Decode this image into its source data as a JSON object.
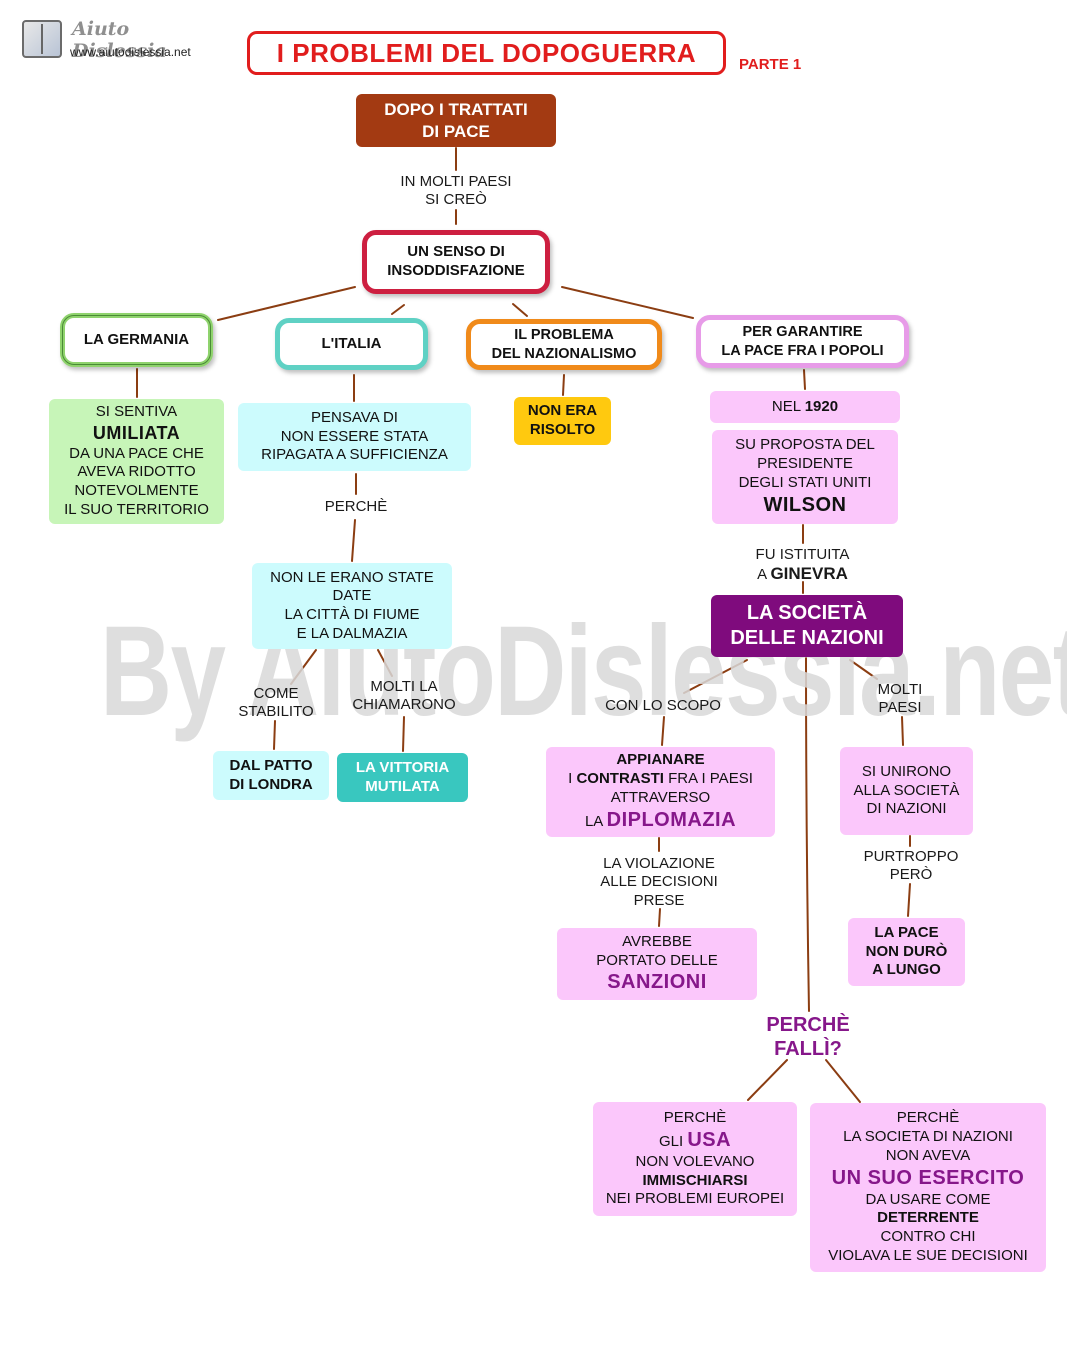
{
  "header": {
    "logo_title": "Aiuto Dislessia",
    "logo_url": "www.aiutodislessia.net",
    "title": "I PROBLEMI DEL DOPOGUERRA",
    "part": "PARTE 1"
  },
  "watermark": "By AiutoDislessia.net",
  "nodes": {
    "root": [
      "DOPO I  TRATTATI",
      "DI PACE"
    ],
    "link_root": [
      "IN MOLTI PAESI",
      "SI CREÒ"
    ],
    "senso": [
      "UN SENSO DI",
      "INSODDISFAZIONE"
    ],
    "germania": "LA GERMANIA",
    "italia": "L'ITALIA",
    "nazionalismo": [
      "IL PROBLEMA",
      "DEL NAZIONALISMO"
    ],
    "pace": [
      "PER GARANTIRE",
      "LA PACE FRA I POPOLI"
    ],
    "umiliata": {
      "l1": "SI SENTIVA",
      "l2": "UMILIATA",
      "l3": "DA UNA PACE CHE",
      "l4": "AVEVA RIDOTTO",
      "l5": "NOTEVOLMENTE",
      "l6": "IL SUO TERRITORIO"
    },
    "pensava": [
      "PENSAVA DI",
      "NON ESSERE STATA",
      "RIPAGATA A SUFFICIENZA"
    ],
    "link_perche": "PERCHÈ",
    "fiume": [
      "NON LE ERANO STATE",
      "DATE",
      "LA CITTÀ DI FIUME",
      "E LA DALMAZIA"
    ],
    "link_come": [
      "COME",
      "STABILITO"
    ],
    "link_molti": [
      "MOLTI LA",
      "CHIAMARONO"
    ],
    "londra": [
      "DAL PATTO",
      "DI LONDRA"
    ],
    "vittoria": [
      "LA VITTORIA",
      "MUTILATA"
    ],
    "non_risolto": [
      "NON ERA",
      "RISOLTO"
    ],
    "anno": {
      "pre": "NEL ",
      "value": "1920"
    },
    "proposta": {
      "l1": "SU PROPOSTA DEL",
      "l2": "PRESIDENTE",
      "l3": "DEGLI STATI UNITI",
      "l4": "WILSON"
    },
    "link_ginevra": {
      "l1": "FU ISTITUITA",
      "l2_pre": "A ",
      "l2": "GINEVRA"
    },
    "societa": [
      "LA SOCIETÀ",
      "DELLE NAZIONI"
    ],
    "link_scopo": "CON LO SCOPO",
    "link_paesi": [
      "MOLTI",
      "PAESI"
    ],
    "appianare": {
      "l1": "APPIANARE",
      "l2_pre": "I ",
      "l2_bold": "CONTRASTI",
      "l2_post": " FRA I PAESI",
      "l3": "ATTRAVERSO",
      "l4_pre": "LA ",
      "l4": "DIPLOMAZIA"
    },
    "link_violazione": [
      "LA VIOLAZIONE",
      "ALLE DECISIONI",
      "PRESE"
    ],
    "sanzioni": {
      "l1": "AVREBBE",
      "l2": "PORTATO DELLE",
      "l3": "SANZIONI"
    },
    "unirono": [
      "SI UNIRONO",
      "ALLA SOCIETÀ",
      "DI NAZIONI"
    ],
    "link_purtroppo": [
      "PURTROPPO",
      "PERÒ"
    ],
    "non_duro": [
      "LA PACE",
      "NON DURÒ",
      "A LUNGO"
    ],
    "fallì": [
      "PERCHÈ",
      "FALLÌ?"
    ],
    "usa": {
      "l1": "PERCHÈ",
      "l2_pre": "GLI ",
      "l2": "USA",
      "l3": "NON VOLEVANO",
      "l4": "IMMISCHIARSI",
      "l5": "NEI PROBLEMI EUROPEI"
    },
    "esercito": {
      "l1": "PERCHÈ",
      "l2": "LA SOCIETA DI NAZIONI",
      "l3": "NON AVEVA",
      "l4": "UN SUO ESERCITO",
      "l5": "DA USARE COME",
      "l6": "DETERRENTE",
      "l7": "CONTRO CHI",
      "l8": "VIOLAVA LE SUE DECISIONI"
    }
  },
  "colors": {
    "title_red": "#e11d1d",
    "connector": "#8b3d12",
    "root_brown": "#a33a12",
    "society_purple": "#7f0b7d",
    "pink_box": "#fbc7fb",
    "yellow_box": "#ffc90f",
    "green_box": "#c7f5b8",
    "cyan_box": "#ccfbfd",
    "teal_box": "#39c7bf"
  }
}
